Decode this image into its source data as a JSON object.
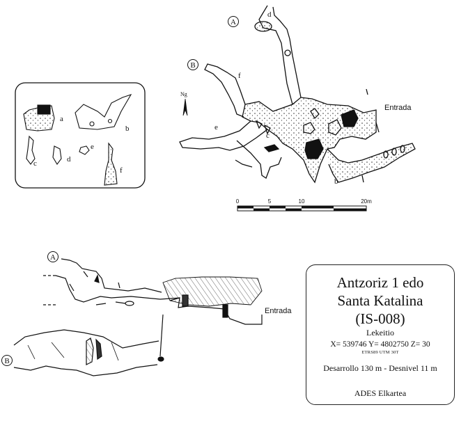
{
  "plan": {
    "label_a": "A",
    "label_b": "B",
    "entrance_label": "Entrada",
    "north_label": "Ng",
    "passage_letters": {
      "b": "b",
      "c": "c",
      "d": "d",
      "e": "e",
      "f": "f"
    }
  },
  "scale_bar": {
    "ticks": [
      "0",
      "5",
      "10",
      "20m"
    ]
  },
  "sections_inset": {
    "labels": [
      "a",
      "b",
      "c",
      "d",
      "e",
      "f"
    ]
  },
  "profile": {
    "label_a": "A",
    "label_b": "B",
    "entrance_label": "Entrada"
  },
  "info": {
    "title_line1": "Antzoriz 1 edo",
    "title_line2": "Santa Katalina",
    "code": "(IS-008)",
    "locality": "Lekeitio",
    "coords": "X= 539746   Y= 4802750   Z= 30",
    "datum": "ETRS89 UTM 30T",
    "metrics": "Desarrollo 130 m - Desnivel 11 m",
    "credit": "ADES Elkartea"
  },
  "colors": {
    "ink": "#111111",
    "paper": "#ffffff"
  }
}
